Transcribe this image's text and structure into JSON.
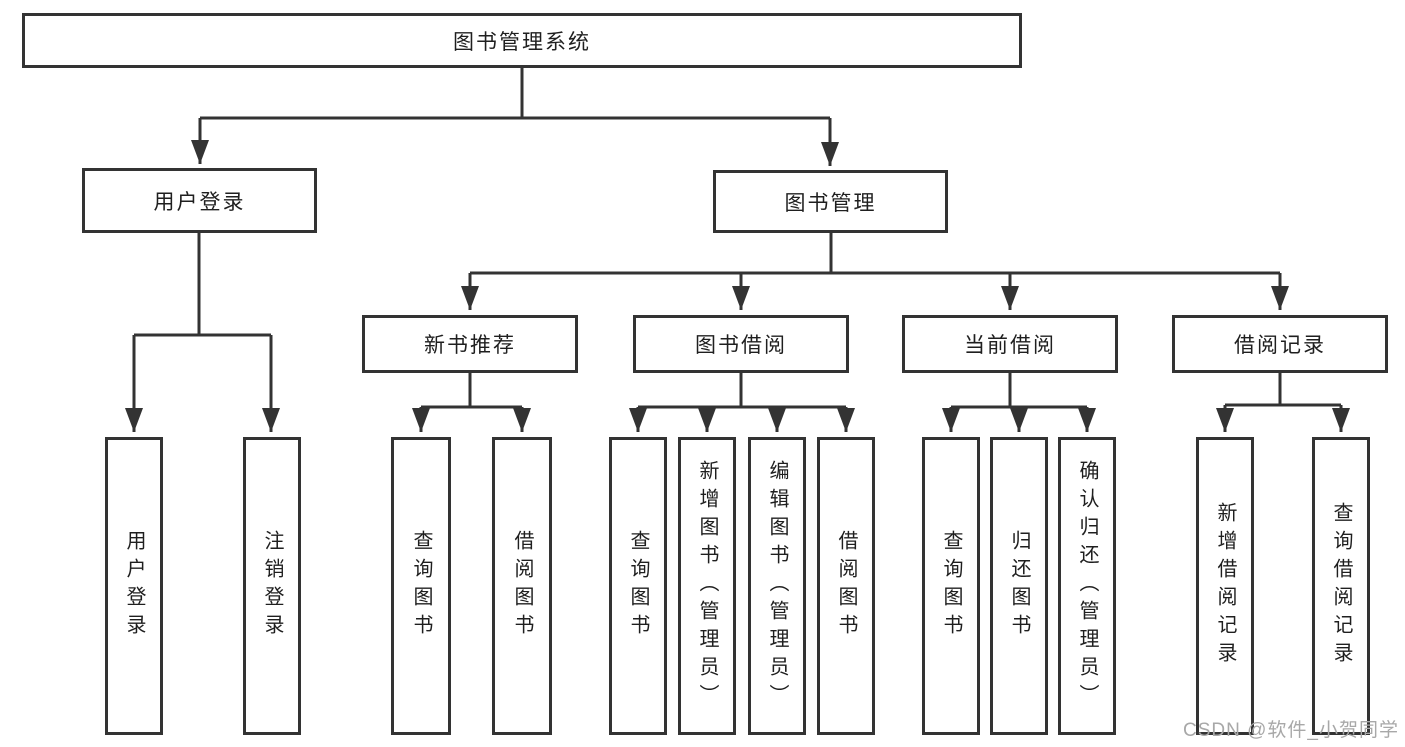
{
  "diagram": {
    "title": "图书管理系统",
    "line_color": "#333333",
    "box_border_color": "#333333",
    "text_color": "#1f1f1f",
    "watermark": "CSDN @软件_小贺同学",
    "watermark_color": "#a8a8a8"
  },
  "boxes": {
    "root": "图书管理系统",
    "user_login": "用户登录",
    "book_mgmt": "图书管理",
    "new_book_rec": "新书推荐",
    "book_borrow": "图书借阅",
    "current_borrow": "当前借阅",
    "borrow_record": "借阅记录",
    "user_login_children": [
      "用户登录",
      "注销登录"
    ],
    "new_book_rec_children": [
      "查询图书",
      "借阅图书"
    ],
    "book_borrow_children": [
      "查询图书",
      "新增图书（管理员）",
      "编辑图书（管理员）",
      "借阅图书"
    ],
    "current_borrow_children": [
      "查询图书",
      "归还图书",
      "确认归还（管理员）"
    ],
    "borrow_record_children": [
      "新增借阅记录",
      "查询借阅记录"
    ]
  }
}
